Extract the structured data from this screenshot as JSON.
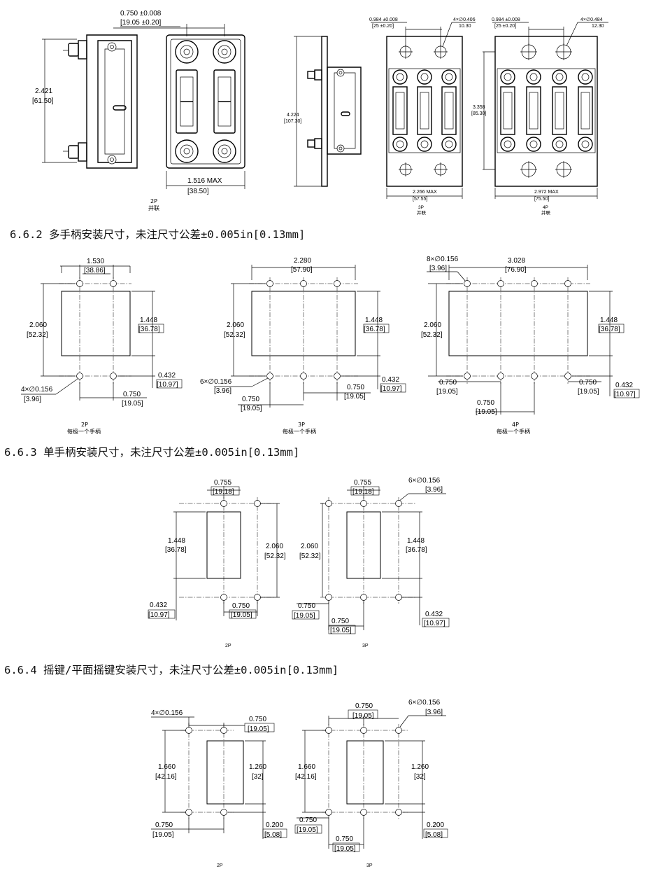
{
  "headings": {
    "s2": "6.6.2 多手柄安装尺寸，未注尺寸公差±0.005in[0.13mm]",
    "s3": "6.6.3 单手柄安装尺寸，未注尺寸公差±0.005in[0.13mm]",
    "s4": "6.6.4 摇键/平面摇键安装尺寸，未注尺寸公差±0.005in[0.13mm]"
  },
  "top": {
    "pitch": {
      "in": "0.750 ±0.008",
      "mm": "[19.05 ±0.20]"
    },
    "side_height": {
      "in": "2.421",
      "mm": "[61.50]"
    },
    "front_width": {
      "in": "1.516 MAX",
      "mm": "[38.50]"
    },
    "caption_2p": "2P",
    "caption_2p_sub": "并联",
    "side_3p_height": {
      "in": "4.224",
      "mm": "[107.30]"
    },
    "p3_pitch": {
      "in": "0.984 ±0.008",
      "mm": "[25 ±0.20]"
    },
    "p3_holes": {
      "in": "4×∅0.406",
      "mm": "10.30"
    },
    "p3_width": {
      "in": "2.266  MAX",
      "mm": "[57.55]"
    },
    "caption_3p": "3P",
    "caption_3p_sub": "并联",
    "p4_pitch": {
      "in": "0.984 ±0.008",
      "mm": "[25 ±0.20]"
    },
    "p4_holes": {
      "in": "4×∅0.484",
      "mm": "12.30"
    },
    "p4_height": {
      "in": "3.358",
      "mm": "[85.30]"
    },
    "p4_width": {
      "in": "2.972  MAX",
      "mm": "[75.50]"
    },
    "caption_4p": "4P",
    "caption_4p_sub": "并联"
  },
  "multi": {
    "p2": {
      "width": {
        "in": "1.530",
        "mm": "[38.86]"
      },
      "height": {
        "in": "2.060",
        "mm": "[52.32]"
      },
      "cut_h": {
        "in": "1.448",
        "mm": "[36.78]"
      },
      "bottom": {
        "in": "0.432",
        "mm": "[10.97]"
      },
      "holes": {
        "in": "4×∅0.156",
        "mm": "[3.96]"
      },
      "pitch": {
        "in": "0.750",
        "mm": "[19.05]"
      },
      "caption": "2P",
      "sub": "每极一个手柄"
    },
    "p3": {
      "width": {
        "in": "2.280",
        "mm": "[57.90]"
      },
      "height": {
        "in": "2.060",
        "mm": "[52.32]"
      },
      "cut_h": {
        "in": "1.448",
        "mm": "[36.78]"
      },
      "bottom": {
        "in": "0.432",
        "mm": "[10.97]"
      },
      "holes": {
        "in": "6×∅0.156",
        "mm": "[3.96]"
      },
      "pitch_a": {
        "in": "0.750",
        "mm": "[19.05]"
      },
      "pitch_b": {
        "in": "0.750",
        "mm": "[19.05]"
      },
      "caption": "3P",
      "sub": "每极一个手柄"
    },
    "p4": {
      "width": {
        "in": "3.028",
        "mm": "[76.90]"
      },
      "height": {
        "in": "2.060",
        "mm": "[52.32]"
      },
      "cut_h": {
        "in": "1.448",
        "mm": "[36.78]"
      },
      "bottom": {
        "in": "0.432",
        "mm": "[10.97]"
      },
      "holes": {
        "in": "8×∅0.156",
        "mm": "[3.96]"
      },
      "pitch_a": {
        "in": "0.750",
        "mm": "[19.05]"
      },
      "pitch_b": {
        "in": "0.750",
        "mm": "[19.05]"
      },
      "pitch_c": {
        "in": "0.750",
        "mm": "[19.05]"
      },
      "caption": "4P",
      "sub": "每极一个手柄"
    }
  },
  "single": {
    "p2": {
      "top": {
        "in": "0.755",
        "mm": "[19.18]"
      },
      "cut_h": {
        "in": "1.448",
        "mm": "[36.78]"
      },
      "height": {
        "in": "2.060",
        "mm": "[52.32]"
      },
      "bottom": {
        "in": "0.432",
        "mm": "[10.97]"
      },
      "pitch": {
        "in": "0.750",
        "mm": "[19.05]"
      },
      "caption": "2P"
    },
    "p3": {
      "top": {
        "in": "0.755",
        "mm": "[19.18]"
      },
      "holes": {
        "in": "6×∅0.156",
        "mm": "[3.96]"
      },
      "height": {
        "in": "2.060",
        "mm": "[52.32]"
      },
      "cut_h": {
        "in": "1.448",
        "mm": "[36.78]"
      },
      "pitch_a": {
        "in": "0.750",
        "mm": "[19.05]"
      },
      "pitch_b": {
        "in": "0.750",
        "mm": "[19.05]"
      },
      "bottom": {
        "in": "0.432",
        "mm": "[10.97]"
      },
      "caption": "3P"
    }
  },
  "rocker": {
    "p2": {
      "holes": {
        "in": "4×∅0.156",
        "mm": ""
      },
      "pitch_top": {
        "in": "0.750",
        "mm": "[19.05]"
      },
      "height": {
        "in": "1.660",
        "mm": "[42.16]"
      },
      "cut_h": {
        "in": "1.260",
        "mm": "[32]"
      },
      "pitch": {
        "in": "0.750",
        "mm": "[19.05]"
      },
      "bottom": {
        "in": "0.200",
        "mm": "[5.08]"
      },
      "caption": "2P"
    },
    "p3": {
      "pitch_top": {
        "in": "0.750",
        "mm": "[19.05]"
      },
      "holes": {
        "in": "6×∅0.156",
        "mm": "[3.96]"
      },
      "height": {
        "in": "1.660",
        "mm": "[42.16]"
      },
      "cut_h": {
        "in": "1.260",
        "mm": "[32]"
      },
      "pitch_a": {
        "in": "0.750",
        "mm": "[19.05]"
      },
      "pitch_b": {
        "in": "0.750",
        "mm": "[19.05]"
      },
      "bottom": {
        "in": "0.200",
        "mm": "[5.08]"
      },
      "caption": "3P"
    }
  }
}
